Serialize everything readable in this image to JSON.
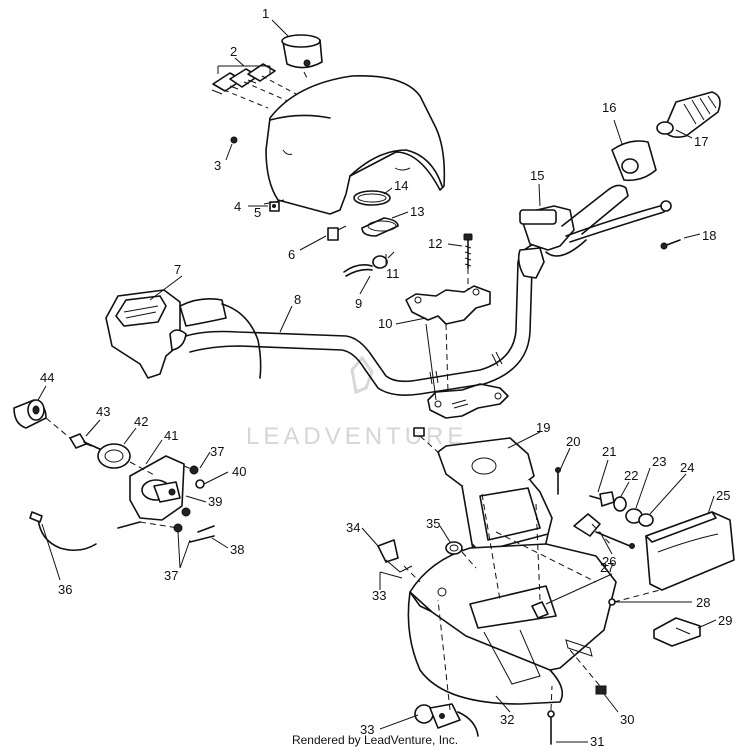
{
  "watermark": "LEADVENTURE",
  "footer": "Rendered by LeadVenture, Inc.",
  "callouts": [
    "1",
    "2",
    "3",
    "4",
    "5",
    "6",
    "7",
    "8",
    "9",
    "10",
    "11",
    "12",
    "13",
    "14",
    "15",
    "16",
    "17",
    "18",
    "19",
    "20",
    "21",
    "22",
    "23",
    "24",
    "25",
    "26",
    "27",
    "28",
    "29",
    "30",
    "31",
    "32",
    "33",
    "34",
    "35",
    "36",
    "37",
    "38",
    "39",
    "40",
    "41",
    "42",
    "43",
    "44"
  ]
}
